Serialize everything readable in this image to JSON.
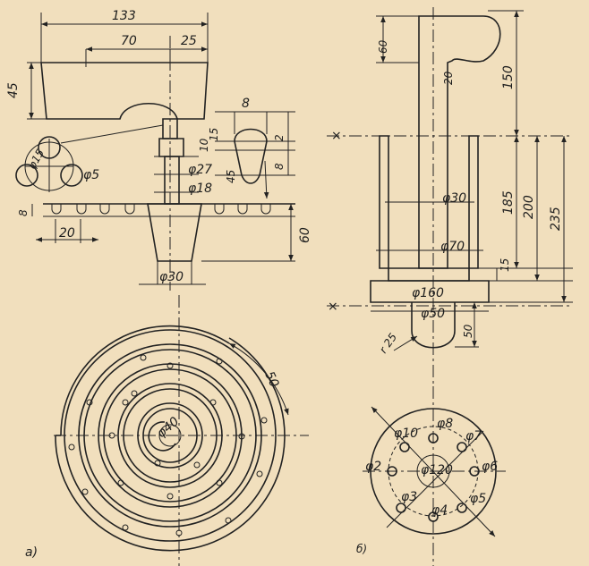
{
  "labels": {
    "a_133": "133",
    "a_70": "70",
    "a_25": "25",
    "a_45": "45",
    "a_8_top": "8",
    "a_10": "10",
    "a_15": "15",
    "a_2": "2",
    "a_8_groove": "8",
    "a_45_vert": "45",
    "a_d27": "φ27",
    "a_d18": "φ18",
    "a_d15": "φ15",
    "a_d5": "φ5",
    "a_8_row": "8",
    "a_20": "20",
    "a_60": "60",
    "a_d30": "φ30",
    "a_d40": "φ40",
    "a_50": "50",
    "a_caption": "а)",
    "b_60": "60",
    "b_20": "20",
    "b_150": "150",
    "b_d30": "φ30",
    "b_185": "185",
    "b_200": "200",
    "b_235": "235",
    "b_d70": "φ70",
    "b_15": "15",
    "b_d160": "φ160",
    "b_d50": "φ50",
    "b_r25": "r 25",
    "b_50": "50",
    "b_caption": "б)",
    "c_d10": "φ10",
    "c_d8": "φ8",
    "c_d7": "φ7",
    "c_d2": "φ2",
    "c_d120": "φ120",
    "c_d6": "φ6",
    "c_d3": "φ3",
    "c_d4": "φ4",
    "c_d5": "φ5"
  }
}
